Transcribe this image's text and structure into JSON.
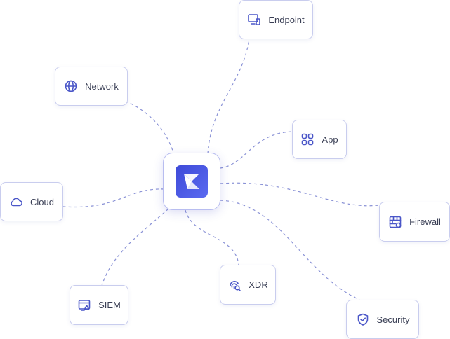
{
  "hub": {
    "icon": "brand-logo-icon"
  },
  "nodes": {
    "endpoint": {
      "label": "Endpoint",
      "icon": "device-icon"
    },
    "network": {
      "label": "Network",
      "icon": "globe-icon"
    },
    "app": {
      "label": "App",
      "icon": "apps-grid-icon"
    },
    "cloud": {
      "label": "Cloud",
      "icon": "cloud-icon"
    },
    "firewall": {
      "label": "Firewall",
      "icon": "firewall-icon"
    },
    "siem": {
      "label": "SIEM",
      "icon": "siem-alert-icon"
    },
    "xdr": {
      "label": "XDR",
      "icon": "fingerprint-search-icon"
    },
    "security": {
      "label": "Security",
      "icon": "shield-check-icon"
    }
  },
  "colors": {
    "accent": "#4a56c8",
    "link": "#8a92d6",
    "border": "#c9cdee",
    "text": "#3a3f55"
  }
}
